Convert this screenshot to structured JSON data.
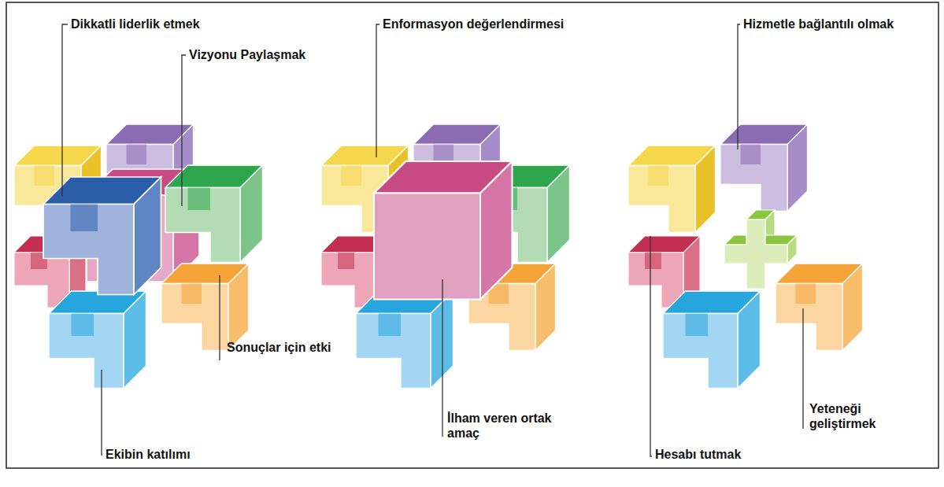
{
  "diagram": {
    "labels": [
      "Dikkatli liderlik etmek",
      "Vizyonu Paylaşmak",
      "Sonuçlar için etki",
      "Ekibin katılımı",
      "Enformasyon değerlendirmesi",
      "İlham veren ortak amaç",
      "Hizmetle bağlantılı olmak",
      "Yeteneği geliştirmek",
      "Hesabı tutmak"
    ]
  }
}
